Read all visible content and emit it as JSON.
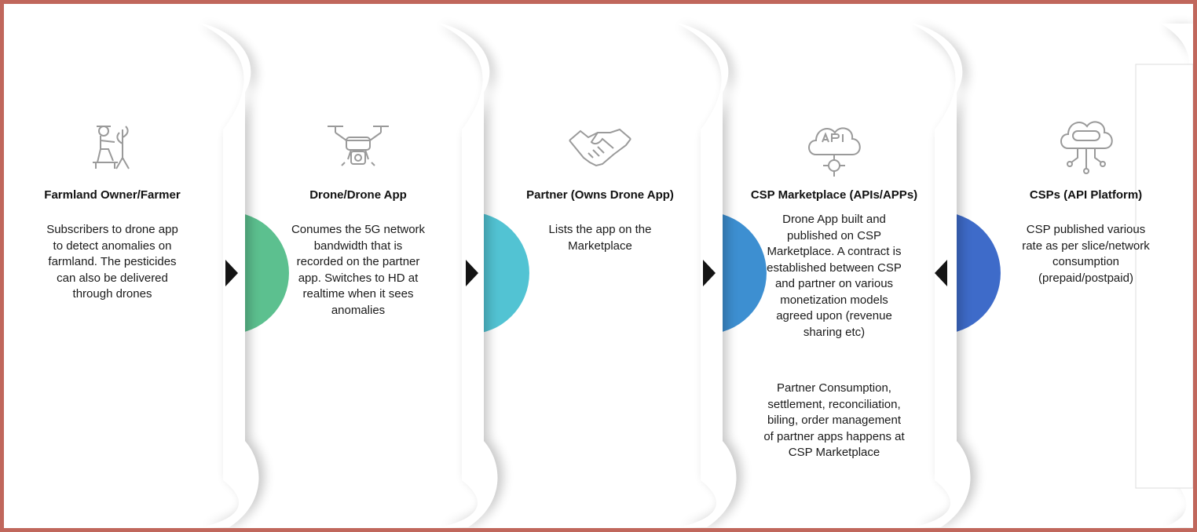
{
  "colors": {
    "frame": "#c0675c",
    "stage1_accent": "#5cc08f",
    "stage2_accent": "#52c3d3",
    "stage3_accent": "#3d8fd1",
    "stage4_accent": "#3e6bc9",
    "icon_stroke": "#9a9a9a",
    "arrow": "#141414"
  },
  "stages": [
    {
      "icon": "farmer-icon",
      "title": "Farmland Owner/Farmer",
      "description": "Subscribers to drone app\nto detect anomalies on\nfarmland. The pesticides\ncan also be delivered\nthrough drones"
    },
    {
      "icon": "drone-icon",
      "title": "Drone/Drone App",
      "description": "Conumes the 5G network\nbandwidth that is\nrecorded on the partner\napp. Switches to HD at\nrealtime when it sees\nanomalies"
    },
    {
      "icon": "handshake-icon",
      "title": "Partner (Owns Drone App)",
      "description": "Lists the app on the\nMarketplace"
    },
    {
      "icon": "api-cloud-icon",
      "title": "CSP Marketplace (APIs/APPs)",
      "description": "Drone App built and\npublished on CSP\nMarketplace. A contract is\nestablished between CSP\nand partner on various\nmonetization models\nagreed upon (revenue\nsharing etc)",
      "description_extra": "Partner Consumption,\nsettlement, reconciliation,\nbiling, order management\nof partner apps happens at\nCSP Marketplace"
    },
    {
      "icon": "api-platform-icon",
      "title": "CSPs (API Platform)",
      "description": "CSP published various\nrate as per slice/network\nconsumption\n(prepaid/postpaid)"
    }
  ]
}
